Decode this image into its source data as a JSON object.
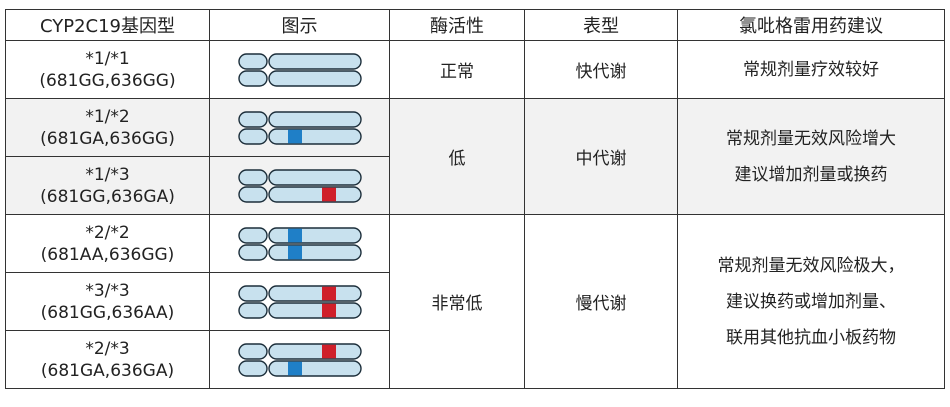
{
  "header": {
    "genotype": "CYP2C19基因型",
    "diagram": "图示",
    "enzyme": "酶活性",
    "phenotype": "表型",
    "advice": "氯吡格雷用药建议"
  },
  "colors": {
    "chromosome_fill": "#c8e1ee",
    "chromosome_stroke": "#1c2e3a",
    "mutation_681": "#1f7fc7",
    "mutation_636": "#cf1f2a",
    "shaded_row": "#f2f2f2"
  },
  "rows": [
    {
      "genotype": "*1/*1",
      "alleles": "(681GG,636GG)",
      "diagram": {
        "top": "none",
        "bottom": "none"
      }
    },
    {
      "genotype": "*1/*2",
      "alleles": "(681GA,636GG)",
      "diagram": {
        "top": "none",
        "bottom": "681"
      }
    },
    {
      "genotype": "*1/*3",
      "alleles": "(681GG,636GA)",
      "diagram": {
        "top": "none",
        "bottom": "636"
      }
    },
    {
      "genotype": "*2/*2",
      "alleles": "(681AA,636GG)",
      "diagram": {
        "top": "681",
        "bottom": "681"
      }
    },
    {
      "genotype": "*3/*3",
      "alleles": "(681GG,636AA)",
      "diagram": {
        "top": "636",
        "bottom": "636"
      }
    },
    {
      "genotype": "*2/*3",
      "alleles": "(681GA,636GA)",
      "diagram": {
        "top": "636",
        "bottom": "681"
      }
    }
  ],
  "groups": [
    {
      "enzyme": "正常",
      "phenotype": "快代谢",
      "advice": [
        "常规剂量疗效较好"
      ]
    },
    {
      "enzyme": "低",
      "phenotype": "中代谢",
      "advice": [
        "常规剂量无效风险增大",
        "建议增加剂量或换药"
      ]
    },
    {
      "enzyme": "非常低",
      "phenotype": "慢代谢",
      "advice": [
        "常规剂量无效风险极大，",
        "建议换药或增加剂量、",
        "联用其他抗血小板药物"
      ]
    }
  ]
}
